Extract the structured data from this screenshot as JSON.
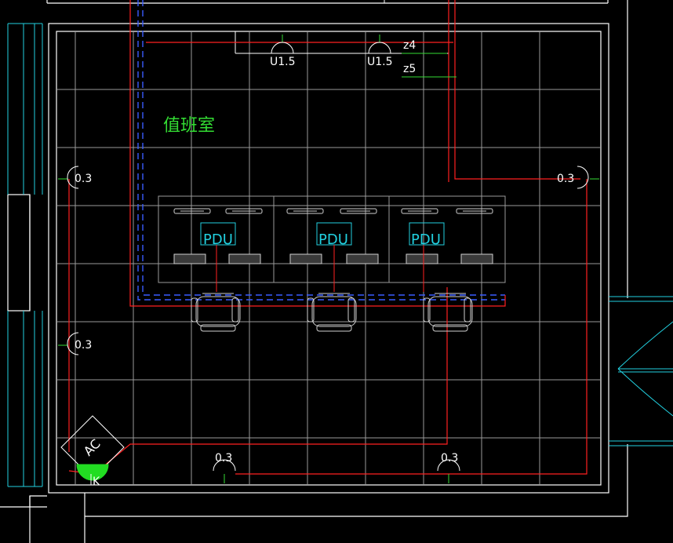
{
  "room_name": "值班室",
  "outlet_labels": {
    "u_left": "U1.5",
    "u_right": "U1.5",
    "z4": "z4",
    "z5": "z5",
    "wall_left_top": "0.3",
    "wall_left_bottom": "0.3",
    "wall_right": "0.3",
    "floor_left": "0.3",
    "floor_right": "0.3"
  },
  "pdu_labels": [
    "PDU",
    "PDU",
    "PDU"
  ],
  "ac": {
    "letters": "AC",
    "suffix": "K"
  },
  "colors": {
    "wall": "#ffffff",
    "grid": "#9a9a9a",
    "wire": "#ff2020",
    "cable_tray": "#3a5cff",
    "label": "#ffffff",
    "room_text": "#33dd33",
    "pdu": "#22d0e0",
    "window": "#22d0e0",
    "door_swing": "#22d0e0",
    "outlet_stem": "#33dd33",
    "ac_fill": "#22dd22"
  }
}
